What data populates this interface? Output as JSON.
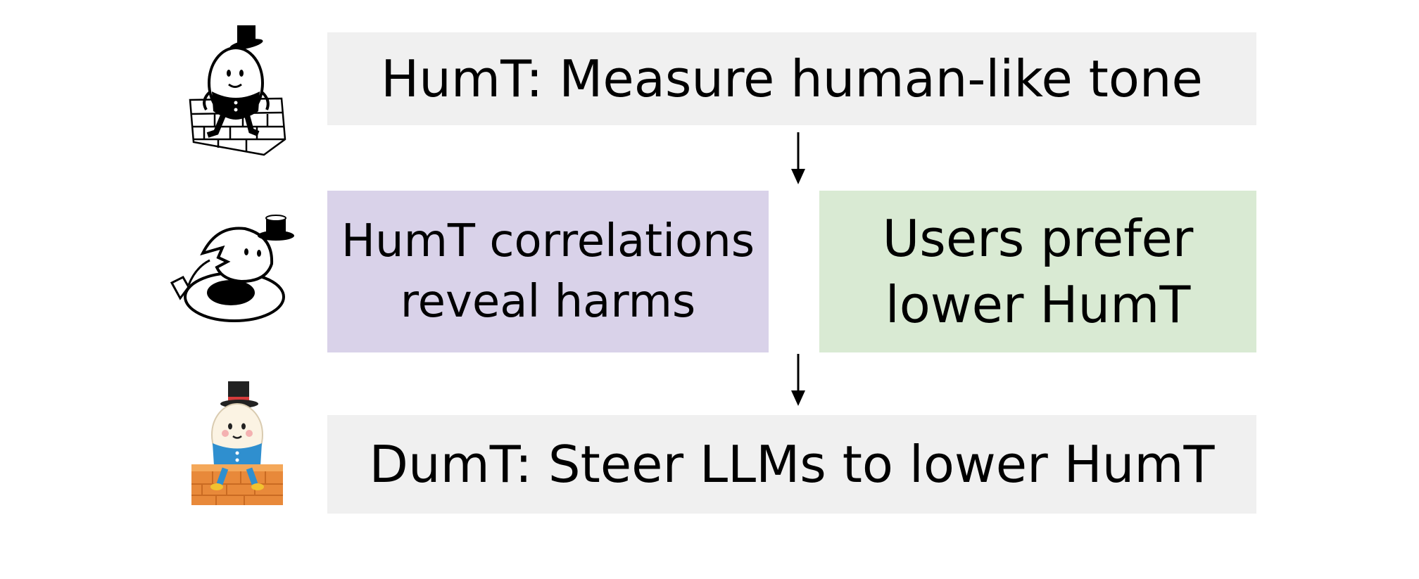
{
  "top_box": {
    "text": "HumT: Measure human-like tone"
  },
  "left_box": {
    "line1": "HumT correlations",
    "line2": "reveal harms"
  },
  "right_box": {
    "line1": "Users prefer",
    "line2": "lower HumT"
  },
  "bottom_box": {
    "text": "DumT: Steer LLMs to lower HumT"
  },
  "icons": {
    "top": "humpty-dumpty-on-wall-icon",
    "middle": "broken-egg-icon",
    "bottom": "colored-humpty-dumpty-icon"
  },
  "colors": {
    "gray_box": "#f0f0f0",
    "purple_box": "#d9d2e9",
    "green_box": "#d9ead3",
    "brick": "#e8893a"
  }
}
